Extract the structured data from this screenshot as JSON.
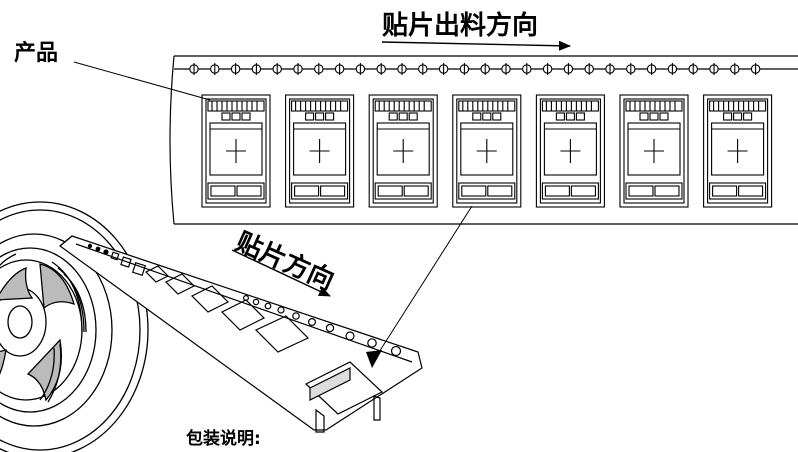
{
  "labels": {
    "feed_direction": "贴片出料方向",
    "product": "产品",
    "placement_direction": "贴片方向",
    "packaging_note": "包装说明:"
  },
  "tape": {
    "pocket_count": 7,
    "sprocket_hole_count": 28
  },
  "reel_tape": {
    "pocket_count": 7
  },
  "colors": {
    "line": "#000000",
    "background": "#ffffff"
  }
}
